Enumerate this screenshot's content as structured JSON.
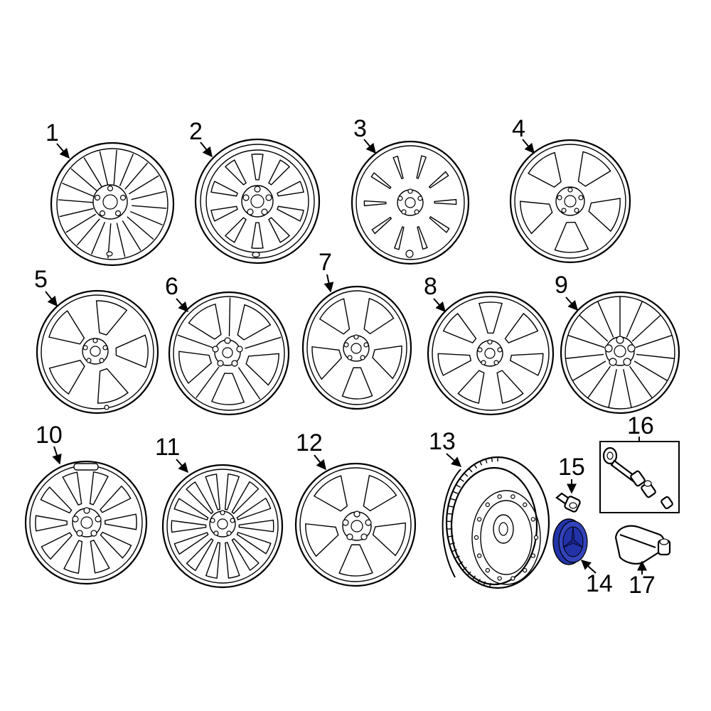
{
  "diagram": {
    "callouts": [
      {
        "id": "1",
        "label": "1"
      },
      {
        "id": "2",
        "label": "2"
      },
      {
        "id": "3",
        "label": "3"
      },
      {
        "id": "4",
        "label": "4"
      },
      {
        "id": "5",
        "label": "5"
      },
      {
        "id": "6",
        "label": "6"
      },
      {
        "id": "7",
        "label": "7"
      },
      {
        "id": "8",
        "label": "8"
      },
      {
        "id": "9",
        "label": "9"
      },
      {
        "id": "10",
        "label": "10"
      },
      {
        "id": "11",
        "label": "11"
      },
      {
        "id": "12",
        "label": "12"
      },
      {
        "id": "13",
        "label": "13"
      },
      {
        "id": "14",
        "label": "14"
      },
      {
        "id": "15",
        "label": "15"
      },
      {
        "id": "16",
        "label": "16"
      },
      {
        "id": "17",
        "label": "17"
      }
    ],
    "highlight_color": "#2233aa",
    "highlighted_part": "14"
  }
}
